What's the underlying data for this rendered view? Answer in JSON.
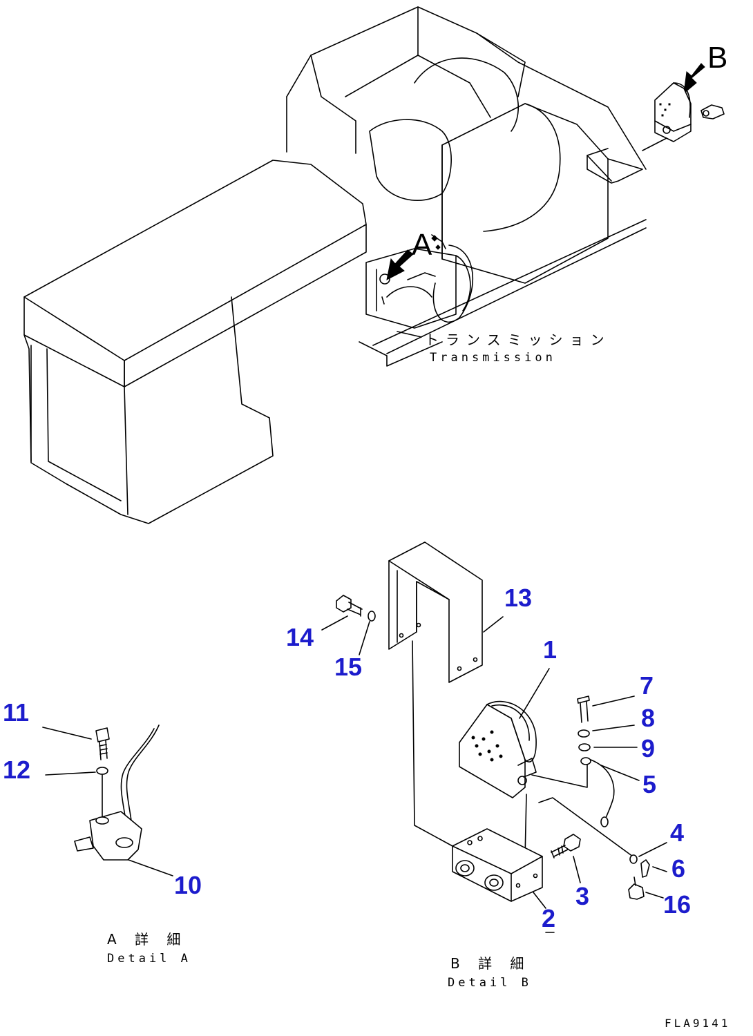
{
  "callouts": [
    "1",
    "2",
    "3",
    "4",
    "5",
    "6",
    "7",
    "8",
    "9",
    "10",
    "11",
    "12",
    "13",
    "14",
    "15",
    "16"
  ],
  "view_markers": {
    "a": "A",
    "b": "B"
  },
  "transmission": {
    "jp": "トランスミッション",
    "en": "Transmission"
  },
  "detail_a": {
    "jp": "A 詳 細",
    "en": "Detail A"
  },
  "detail_b": {
    "jp": "B 詳 細",
    "en": "Detail B"
  },
  "drawing_code": "FLA9141",
  "colors": {
    "callout": "#1c1ccc",
    "line": "#000000"
  }
}
